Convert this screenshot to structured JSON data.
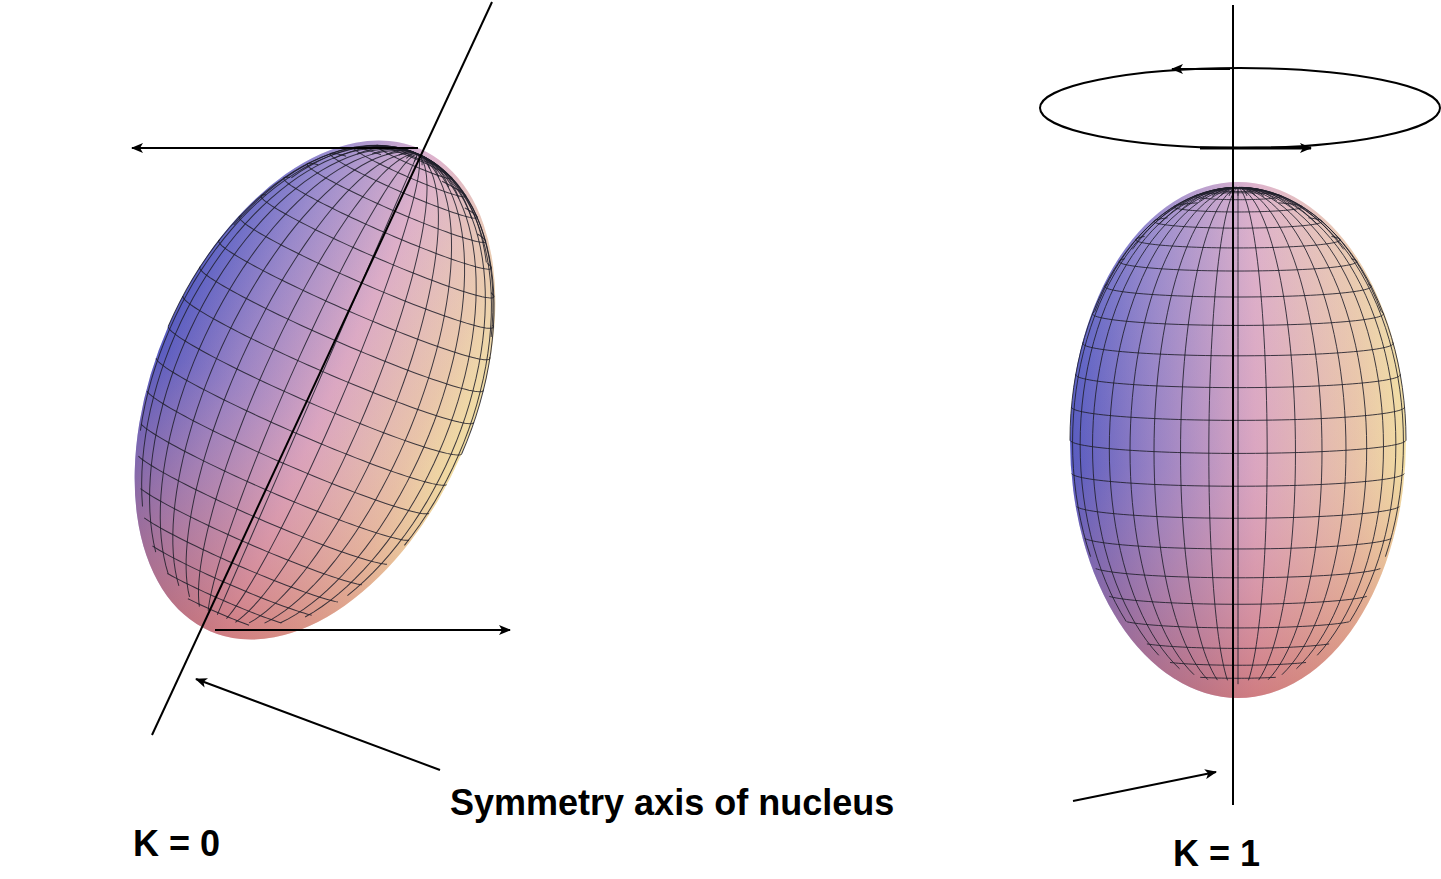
{
  "diagram": {
    "labels": [
      "K = 0",
      "Symmetry axis of nucleus",
      "K = 1"
    ]
  }
}
